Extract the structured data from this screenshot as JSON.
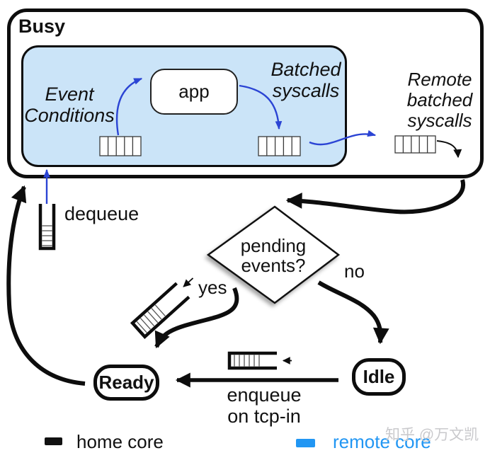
{
  "busy_box": {
    "label": "Busy"
  },
  "pipeline": {
    "event_conditions_label": "Event\nConditions",
    "app_label": "app",
    "batched_syscalls_label": "Batched\nsyscalls",
    "remote_batched_syscalls_label": "Remote\nbatched\nsyscalls"
  },
  "decision": {
    "question": "pending\nevents?",
    "yes_label": "yes",
    "no_label": "no"
  },
  "states": {
    "ready_label": "Ready",
    "idle_label": "Idle"
  },
  "actions": {
    "dequeue_label": "dequeue",
    "enqueue_label": "enqueue\non tcp-in"
  },
  "legend": {
    "home_core_label": "home core",
    "remote_core_label": "remote core"
  },
  "watermark": "知乎 @万文凯",
  "colors": {
    "inner_box_fill": "#cbe4f8",
    "blue_arrow_color": "#2b44d4",
    "home_core_color": "#111111",
    "remote_core_color": "#2196f3",
    "watermark_color": "#c9c9cc"
  }
}
